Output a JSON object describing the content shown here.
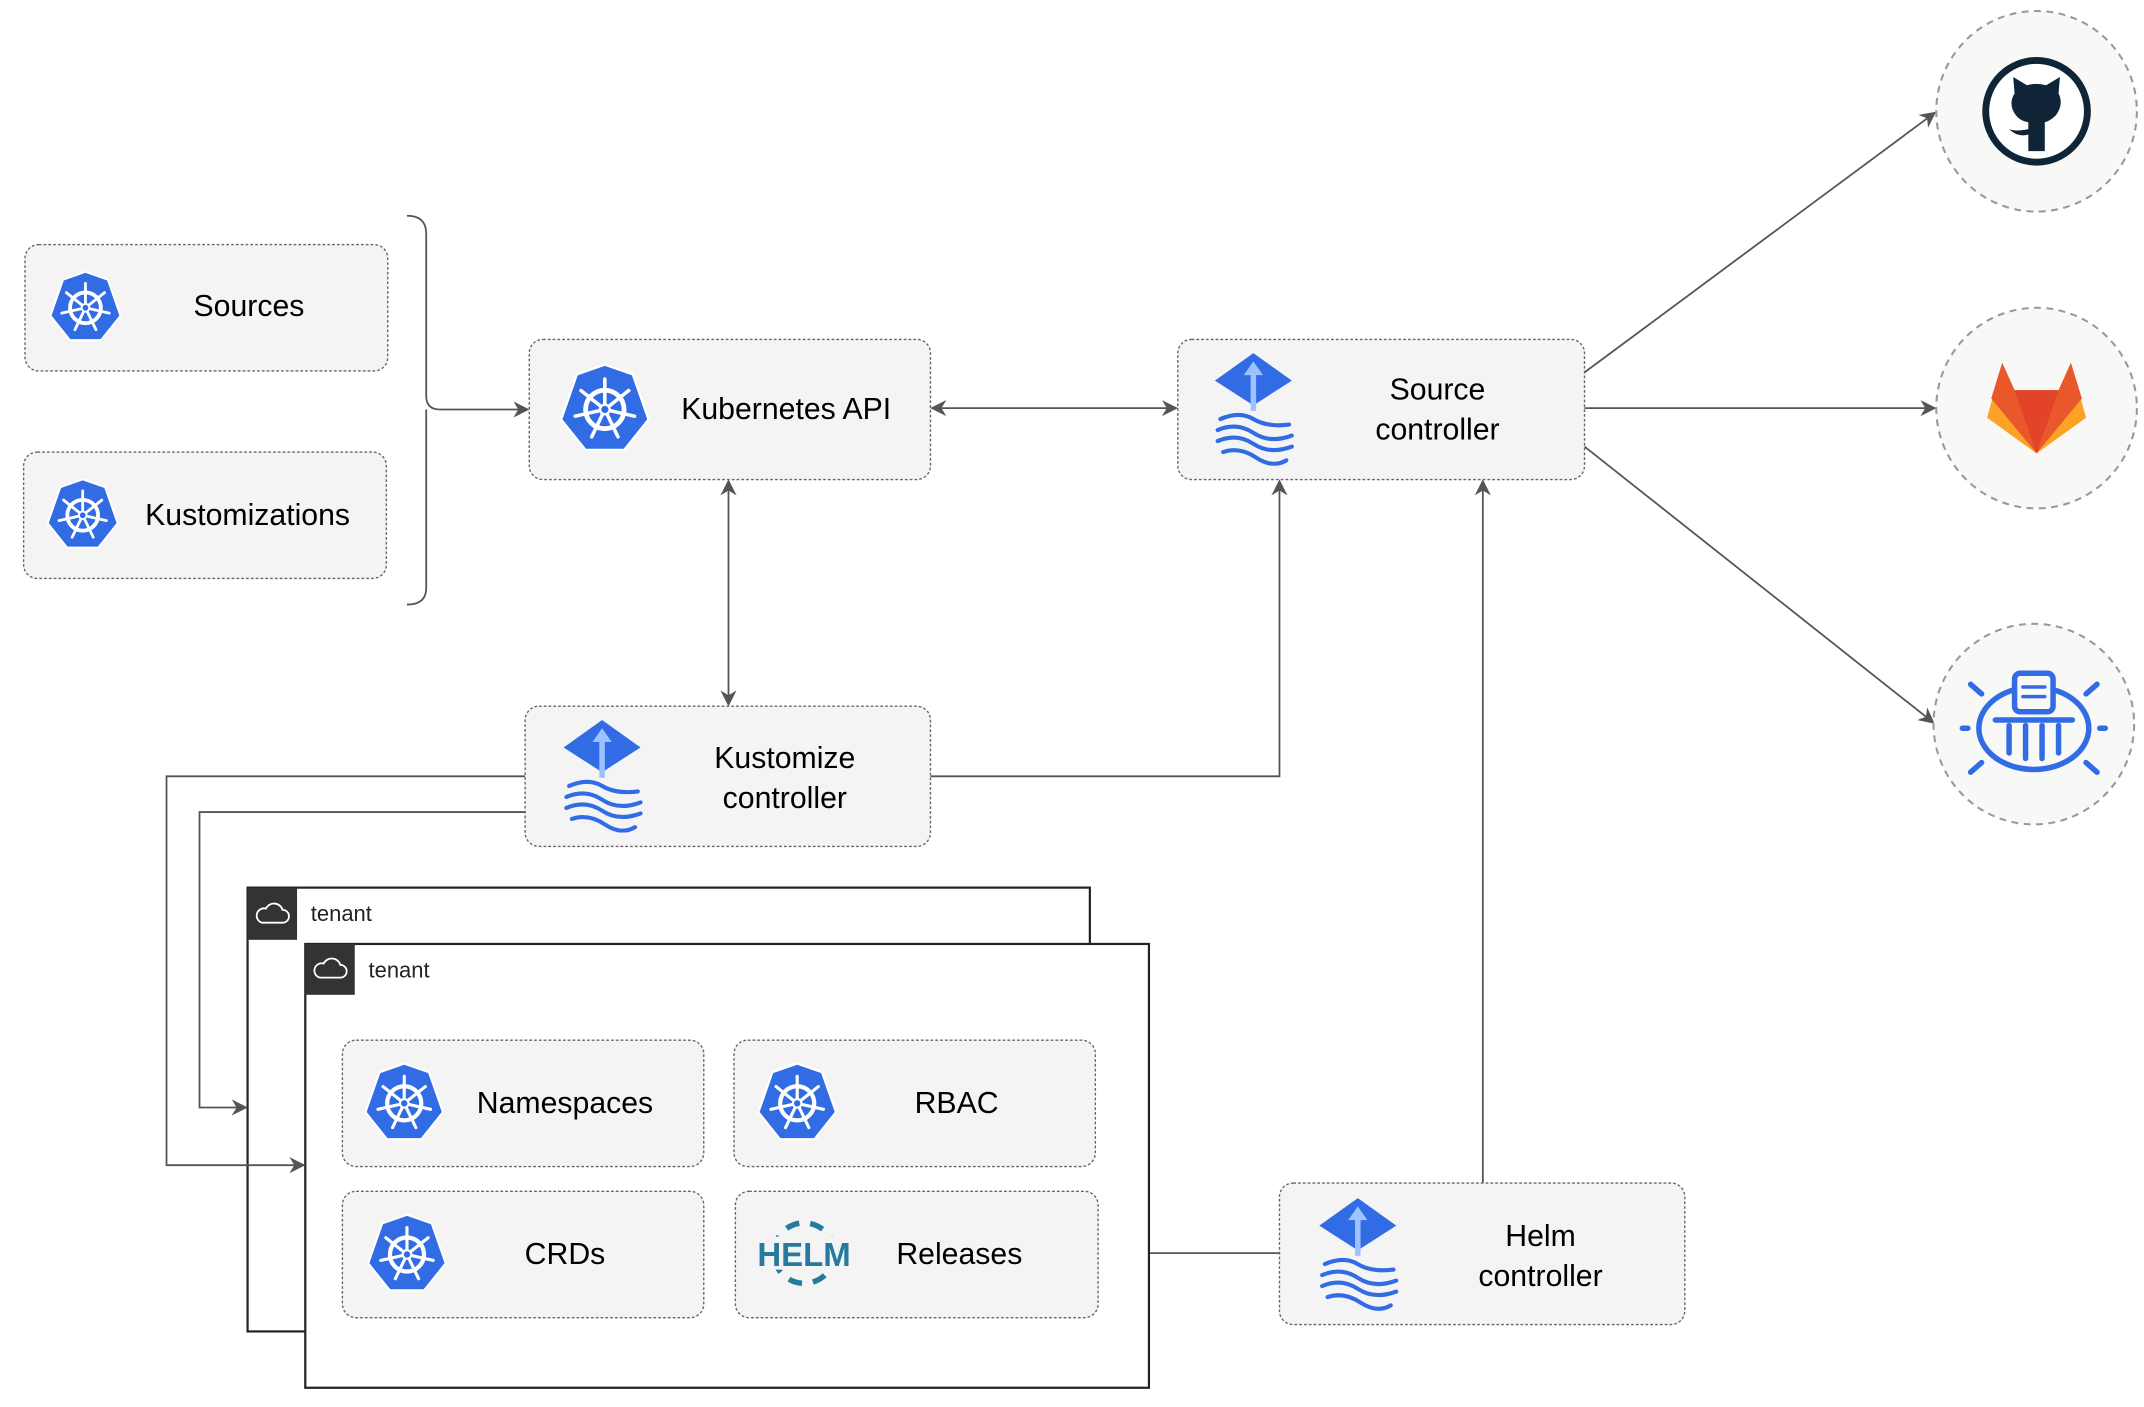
{
  "colors": {
    "kubernetes_blue": "#326ce5",
    "helm": "#277a9f",
    "github": "#0f2537",
    "gitlab_orange": "#e9582b",
    "gitlab_yellow": "#fca326",
    "edge": "#555555",
    "box_fill": "#f4f4f4"
  },
  "inputs": {
    "sources": {
      "label": "Sources",
      "icon": "kubernetes-icon"
    },
    "kustomizations": {
      "label": "Kustomizations",
      "icon": "kubernetes-icon"
    }
  },
  "kubernetes_api": {
    "label": "Kubernetes API",
    "icon": "kubernetes-icon"
  },
  "source_controller": {
    "line1": "Source",
    "line2": "controller",
    "icon": "flux-icon"
  },
  "kustomize_controller": {
    "line1": "Kustomize",
    "line2": "controller",
    "icon": "flux-icon"
  },
  "helm_controller": {
    "line1": "Helm",
    "line2": "controller",
    "icon": "flux-icon"
  },
  "tenants": [
    {
      "label": "tenant"
    },
    {
      "label": "tenant"
    }
  ],
  "tenant_resources": {
    "namespaces": {
      "label": "Namespaces",
      "icon": "kubernetes-icon"
    },
    "rbac": {
      "label": "RBAC",
      "icon": "kubernetes-icon"
    },
    "crds": {
      "label": "CRDs",
      "icon": "kubernetes-icon"
    },
    "releases": {
      "label": "Releases",
      "icon": "helm-icon",
      "logo_text": "HELM"
    }
  },
  "external_sources": [
    {
      "name": "github",
      "icon": "github-icon"
    },
    {
      "name": "gitlab",
      "icon": "gitlab-icon"
    },
    {
      "name": "bucket",
      "icon": "bucket-icon"
    }
  ]
}
